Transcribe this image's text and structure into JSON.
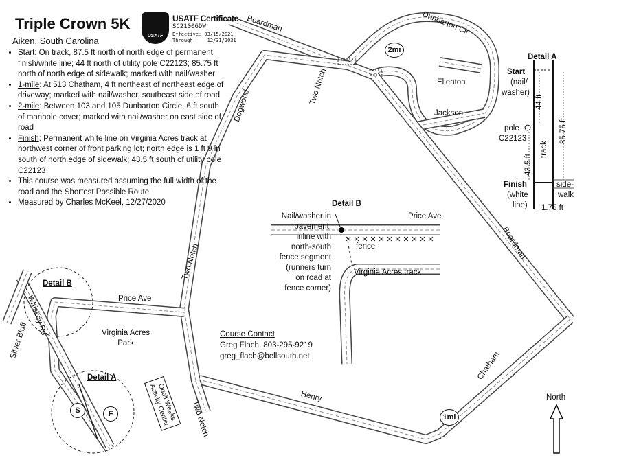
{
  "title": "Triple Crown 5K",
  "subtitle": "Aiken, South Carolina",
  "certificate": {
    "heading": "USATF Certificate",
    "number": "SC21006DW",
    "effective": "Effective: 03/15/2021",
    "through": "Through:    12/31/2031",
    "logo_text": "USATF"
  },
  "notes": [
    {
      "lead": "Start",
      "text": ": On track, 87.5 ft north of north edge of permanent finish/white line; 44 ft north of utility pole C22123; 85.75 ft north of north edge of sidewalk; marked with nail/washer"
    },
    {
      "lead": "1-mile",
      "text": ": At 513 Chatham, 4 ft northeast of northeast edge of driveway; marked with nail/washer, southeast side of road"
    },
    {
      "lead": "2-mile",
      "text": ": Between 103 and 105 Dunbarton Circle, 6 ft south of manhole cover; marked with nail/washer on east side of road"
    },
    {
      "lead": "Finish",
      "text": ": Permanent white line on Virginia Acres track at northwest corner of front parking lot; north edge is 1 ft 9 in south of north edge of sidewalk; 43.5 ft south of utility pole C22123"
    },
    {
      "lead": "",
      "text": "This course was measured assuming the full width of the road and the Shortest Possible Route"
    },
    {
      "lead": "",
      "text": "Measured by Charles McKeel, 12/27/2020"
    }
  ],
  "streets": {
    "boardman_top": "Boardman",
    "dunbarton": "Dunbarton Cir",
    "two_notch_top": "Two Notch",
    "dogwood": "Dogwood",
    "ellenton": "Ellenton",
    "jackson": "Jackson",
    "boardman_right": "Boardman",
    "two_notch_mid": "Two Notch",
    "price_ave": "Price Ave",
    "henry": "Henry",
    "chatham": "Chatham",
    "two_notch_bottom": "Two Notch",
    "whiskey": "Whiskey Rd",
    "silver_bluff": "Silver Bluff"
  },
  "places": {
    "park": "Virginia Acres\nPark",
    "odell": "Odell Weeks\nActivity Center"
  },
  "markers": {
    "mile2": "2mi",
    "mile1": "1mi",
    "start": "S",
    "finish": "F"
  },
  "detail_b_label": "Detail B",
  "detail_a_label": "Detail A",
  "detail_a": {
    "title": "Detail A",
    "start": "Start",
    "start_note1": "(nail/",
    "start_note2": "washer)",
    "pole1": "pole",
    "pole2": "C22123",
    "finish": "Finish",
    "finish_note1": "(white",
    "finish_note2": "line)",
    "d44": "44 ft",
    "d8575": "85.75 ft",
    "d435": "43.5 ft",
    "track": "track",
    "sidewalk1": "side-",
    "sidewalk2": "walk",
    "d175": "1.75 ft"
  },
  "detail_b": {
    "title": "Detail B",
    "price_ave": "Price Ave",
    "fence": "fence",
    "track": "Virginia Acres track",
    "note": [
      "Nail/washer in",
      "pavement,",
      "inline with",
      "north-south",
      "fence segment",
      "(runners turn",
      "on road at",
      "fence corner)"
    ]
  },
  "contact": {
    "heading": "Course Contact",
    "name_phone": "Greg Flach, 803-295-9219",
    "email": "greg_flach@bellsouth.net"
  },
  "north": "North"
}
